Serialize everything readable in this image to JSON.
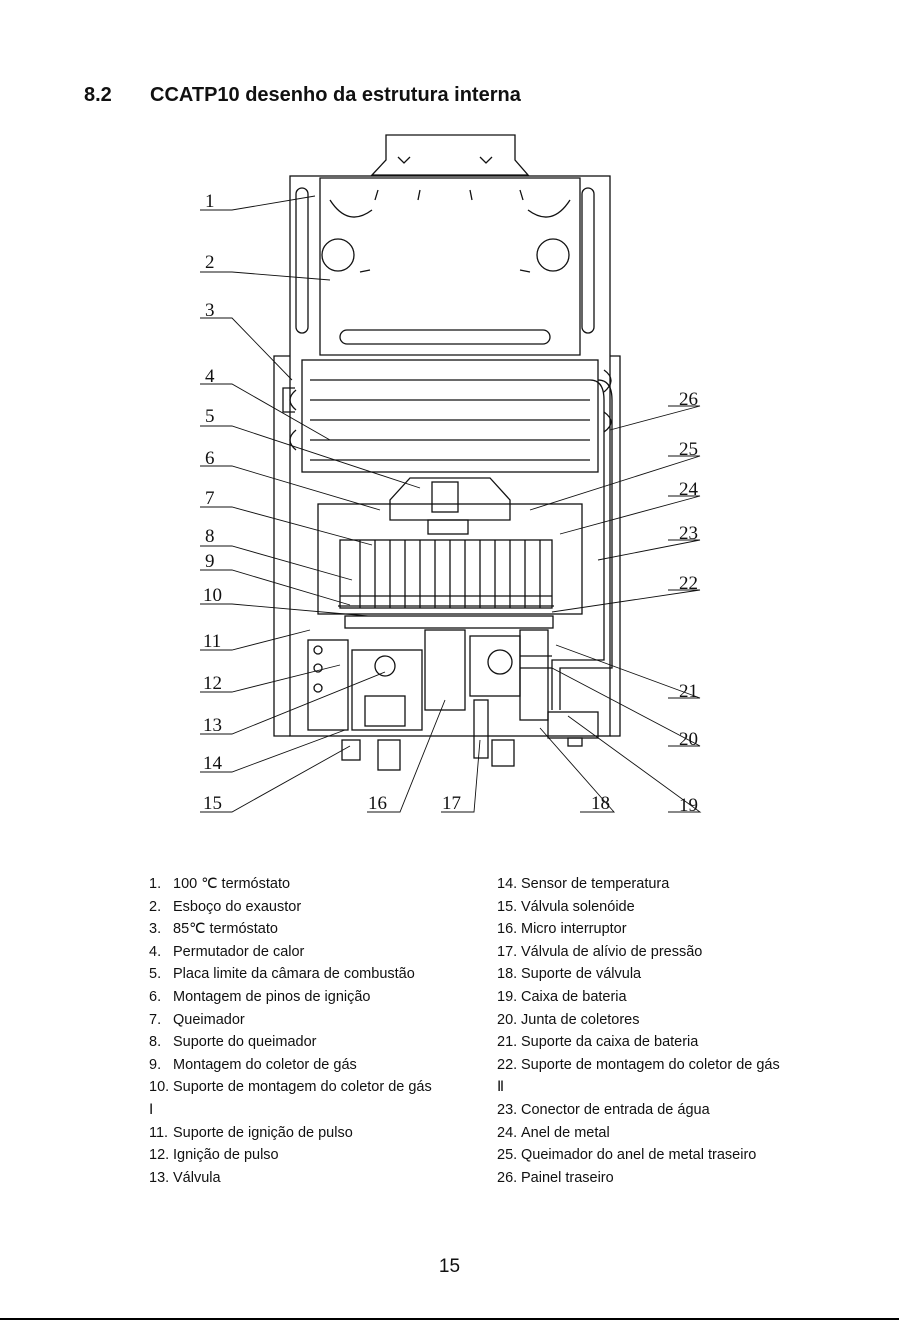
{
  "header": {
    "section_number": "8.2",
    "section_title": "CCATP10 desenho da estrutura interna"
  },
  "diagram": {
    "callouts": [
      "1",
      "2",
      "3",
      "4",
      "5",
      "6",
      "7",
      "8",
      "9",
      "10",
      "11",
      "12",
      "13",
      "14",
      "15",
      "16",
      "17",
      "18",
      "19",
      "20",
      "21",
      "22",
      "23",
      "24",
      "25",
      "26"
    ]
  },
  "legend": {
    "items": [
      {
        "num": "1.",
        "text": "100 ℃ termóstato"
      },
      {
        "num": "2.",
        "text": "Esboço do exaustor"
      },
      {
        "num": "3.",
        "text": "85℃ termóstato"
      },
      {
        "num": "4.",
        "text": "Permutador de calor"
      },
      {
        "num": "5.",
        "text": "Placa limite da câmara de combustão"
      },
      {
        "num": "6.",
        "text": "Montagem de pinos de ignição"
      },
      {
        "num": "7.",
        "text": "Queimador"
      },
      {
        "num": "8.",
        "text": "Suporte do queimador"
      },
      {
        "num": "9.",
        "text": "Montagem do coletor de gás"
      },
      {
        "num": "10.",
        "text": "Suporte de montagem do coletor de gás",
        "cont": "Ⅰ"
      },
      {
        "num": "11.",
        "text": "Suporte de ignição de pulso"
      },
      {
        "num": "12.",
        "text": "Ignição de pulso"
      },
      {
        "num": "13.",
        "text": "Válvula"
      },
      {
        "num": "14.",
        "text": "Sensor de temperatura"
      },
      {
        "num": "15.",
        "text": "Válvula solenóide"
      },
      {
        "num": "16.",
        "text": "Micro interruptor"
      },
      {
        "num": "17.",
        "text": "Válvula de alívio de pressão"
      },
      {
        "num": "18.",
        "text": "Suporte de válvula"
      },
      {
        "num": "19.",
        "text": "Caixa de bateria"
      },
      {
        "num": "20.",
        "text": "Junta de coletores"
      },
      {
        "num": "21.",
        "text": "Suporte da caixa de bateria"
      },
      {
        "num": "22.",
        "text": "Suporte de montagem do coletor de gás",
        "cont": "Ⅱ"
      },
      {
        "num": "23.",
        "text": "Conector de entrada de água"
      },
      {
        "num": "24.",
        "text": "Anel de metal"
      },
      {
        "num": "25.",
        "text": "Queimador do anel de metal traseiro"
      },
      {
        "num": "26.",
        "text": "Painel traseiro"
      }
    ]
  },
  "footer": {
    "page_number": "15"
  }
}
